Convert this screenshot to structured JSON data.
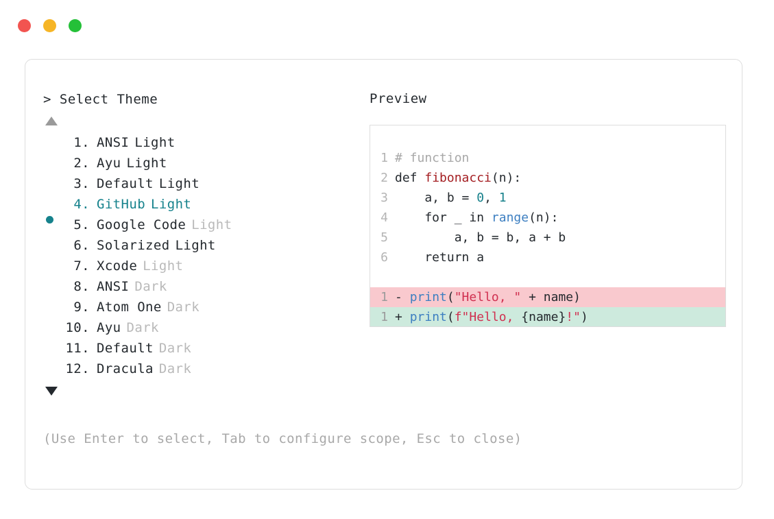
{
  "window": {
    "traffic_lights": [
      {
        "name": "close",
        "color": "#f25450"
      },
      {
        "name": "minimize",
        "color": "#f6b526"
      },
      {
        "name": "maximize",
        "color": "#24c038"
      }
    ]
  },
  "selector": {
    "prompt": "> Select Theme",
    "scroll_up_icon": "triangle-up-icon",
    "scroll_down_icon": "triangle-down-icon",
    "selected_index": 4,
    "accent_color": "#16828c",
    "muted_color": "#b9b9b9",
    "items": [
      {
        "index": "1.",
        "name": "ANSI",
        "suffix": "Light",
        "suffix_muted": false,
        "selected": false
      },
      {
        "index": "2.",
        "name": "Ayu",
        "suffix": "Light",
        "suffix_muted": false,
        "selected": false
      },
      {
        "index": "3.",
        "name": "Default",
        "suffix": "Light",
        "suffix_muted": false,
        "selected": false
      },
      {
        "index": "4.",
        "name": "GitHub",
        "suffix": "Light",
        "suffix_muted": false,
        "selected": true
      },
      {
        "index": "5.",
        "name": "Google Code",
        "suffix": "Light",
        "suffix_muted": true,
        "selected": false
      },
      {
        "index": "6.",
        "name": "Solarized",
        "suffix": "Light",
        "suffix_muted": false,
        "selected": false
      },
      {
        "index": "7.",
        "name": "Xcode",
        "suffix": "Light",
        "suffix_muted": true,
        "selected": false
      },
      {
        "index": "8.",
        "name": "ANSI",
        "suffix": "Dark",
        "suffix_muted": true,
        "selected": false
      },
      {
        "index": "9.",
        "name": "Atom One",
        "suffix": "Dark",
        "suffix_muted": true,
        "selected": false
      },
      {
        "index": "10.",
        "name": "Ayu",
        "suffix": "Dark",
        "suffix_muted": true,
        "selected": false
      },
      {
        "index": "11.",
        "name": "Default",
        "suffix": "Dark",
        "suffix_muted": true,
        "selected": false
      },
      {
        "index": "12.",
        "name": "Dracula",
        "suffix": "Dark",
        "suffix_muted": true,
        "selected": false
      }
    ]
  },
  "hint": "(Use Enter to select, Tab to configure scope, Esc to close)",
  "preview": {
    "label": "Preview",
    "code_lines": [
      {
        "ln": "1",
        "tokens": [
          {
            "t": "# function",
            "c": "tok-com"
          }
        ]
      },
      {
        "ln": "2",
        "tokens": [
          {
            "t": "def ",
            "c": ""
          },
          {
            "t": "fibonacci",
            "c": "tok-fn"
          },
          {
            "t": "(n):",
            "c": ""
          }
        ]
      },
      {
        "ln": "3",
        "tokens": [
          {
            "t": "    a, b = ",
            "c": ""
          },
          {
            "t": "0",
            "c": "tok-num"
          },
          {
            "t": ", ",
            "c": ""
          },
          {
            "t": "1",
            "c": "tok-num"
          }
        ]
      },
      {
        "ln": "4",
        "tokens": [
          {
            "t": "    for _ in ",
            "c": ""
          },
          {
            "t": "range",
            "c": "tok-blue"
          },
          {
            "t": "(n):",
            "c": ""
          }
        ]
      },
      {
        "ln": "5",
        "tokens": [
          {
            "t": "        a, b = b, a + b",
            "c": ""
          }
        ]
      },
      {
        "ln": "6",
        "tokens": [
          {
            "t": "    return a",
            "c": ""
          }
        ]
      }
    ],
    "diff_lines": [
      {
        "ln": "1",
        "kind": "del",
        "marker": "-",
        "tokens": [
          {
            "t": "print",
            "c": "tok-blue"
          },
          {
            "t": "(",
            "c": ""
          },
          {
            "t": "\"Hello, \"",
            "c": "tok-str"
          },
          {
            "t": " + name)",
            "c": ""
          }
        ]
      },
      {
        "ln": "1",
        "kind": "add",
        "marker": "+",
        "tokens": [
          {
            "t": "print",
            "c": "tok-blue"
          },
          {
            "t": "(",
            "c": ""
          },
          {
            "t": "f\"Hello, ",
            "c": "tok-str"
          },
          {
            "t": "{name}",
            "c": ""
          },
          {
            "t": "!\"",
            "c": "tok-str"
          },
          {
            "t": ")",
            "c": ""
          }
        ]
      }
    ],
    "diff_del_bg": "#f9c9ce",
    "diff_add_bg": "#cdeadd"
  }
}
